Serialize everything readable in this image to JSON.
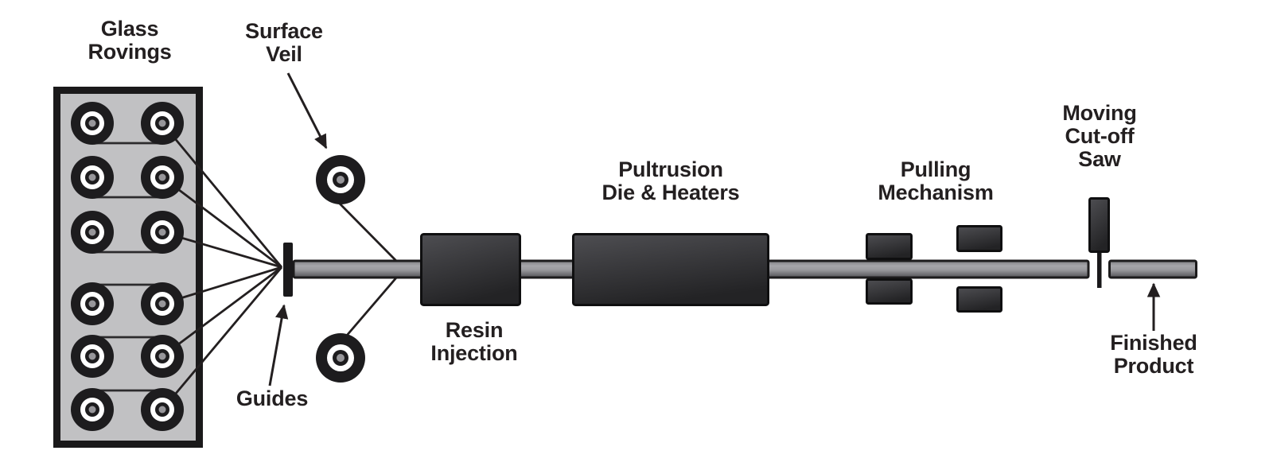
{
  "diagram": {
    "subject": "Pultrusion process diagram",
    "background": "#ffffff"
  },
  "labels": {
    "glass_rovings": {
      "lines": [
        "Glass",
        "Rovings"
      ]
    },
    "surface_veil": {
      "lines": [
        "Surface",
        "Veil"
      ]
    },
    "guides": {
      "lines": [
        "Guides"
      ]
    },
    "resin_injection": {
      "lines": [
        "Resin",
        "Injection"
      ]
    },
    "pultrusion_die": {
      "lines": [
        "Pultrusion",
        "Die & Heaters"
      ]
    },
    "pulling_mechanism": {
      "lines": [
        "Pulling",
        "Mechanism"
      ]
    },
    "moving_cutoff_saw": {
      "lines": [
        "Moving",
        "Cut-off",
        "Saw"
      ]
    },
    "finished_product": {
      "lines": [
        "Finished",
        "Product"
      ]
    }
  },
  "components": {
    "roving_spool_count": 12,
    "creel_rows": 6,
    "creel_columns": 2,
    "surface_veil_spool_count": 2,
    "pulling_block_count": 4
  },
  "colors": {
    "ink": "#231f20",
    "creel_fill": "#c1c1c3",
    "machine_dark_top": "#4c4c50",
    "machine_dark_bottom": "#232325",
    "rod_light": "#a6a6aa",
    "rod_dark": "#525156",
    "spool_dark": "#1d1c1e",
    "spool_hub_gray": "#97969a",
    "white": "#ffffff"
  }
}
